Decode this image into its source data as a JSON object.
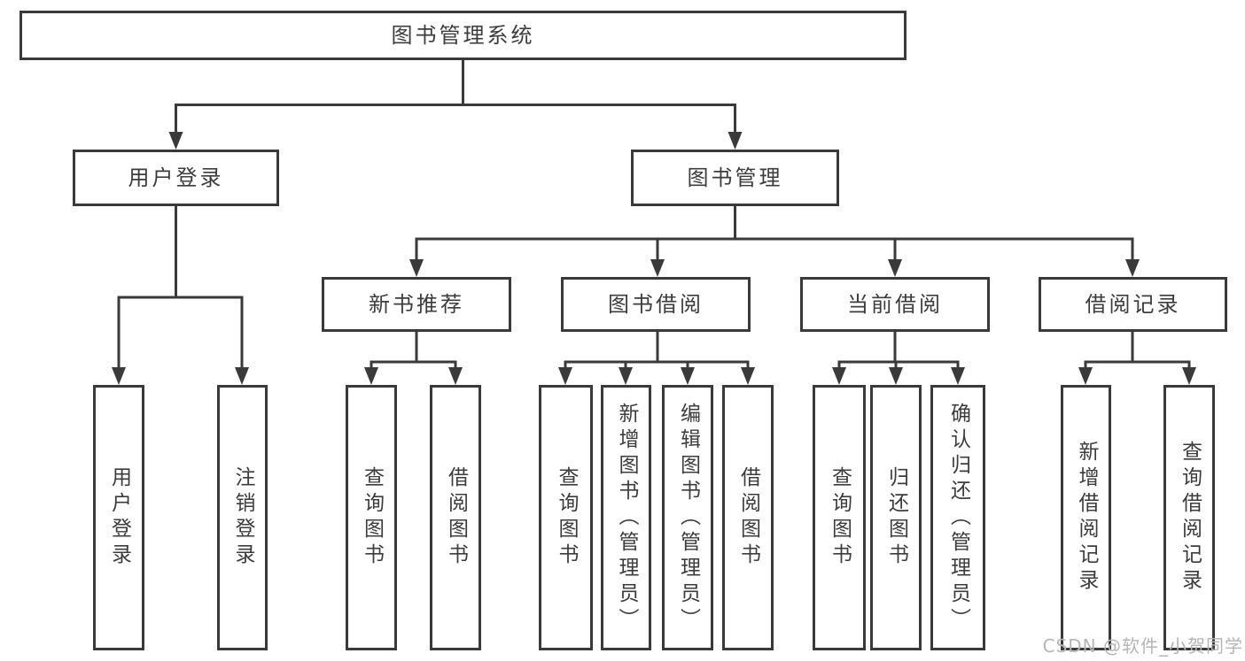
{
  "title": {
    "label": "图书管理系统"
  },
  "watermark": "CSDN @软件_小贺同学",
  "colors": {
    "line": "#3a3a3a",
    "text": "#3c3c3c",
    "watermark": "#b5b5b5",
    "background": "#ffffff"
  },
  "nodes": {
    "user_login": "用户登录",
    "book_mgmt": "图书管理",
    "new_books": "新书推荐",
    "book_borrow": "图书借阅",
    "current_borrow": "当前借阅",
    "borrow_records": "借阅记录",
    "leaf_user_login": "用户登录",
    "leaf_logout": "注销登录",
    "leaf_nb_query": "查询图书",
    "leaf_nb_borrow": "借阅图书",
    "leaf_bw_query": "查询图书",
    "leaf_bw_add": "新增图书（管理员）",
    "leaf_bw_edit": "编辑图书（管理员）",
    "leaf_bw_borrow": "借阅图书",
    "leaf_cu_query": "查询图书",
    "leaf_cu_return": "归还图书",
    "leaf_cu_confirm": "确认归还（管理员）",
    "leaf_rc_add": "新增借阅记录",
    "leaf_rc_query": "查询借阅记录"
  }
}
